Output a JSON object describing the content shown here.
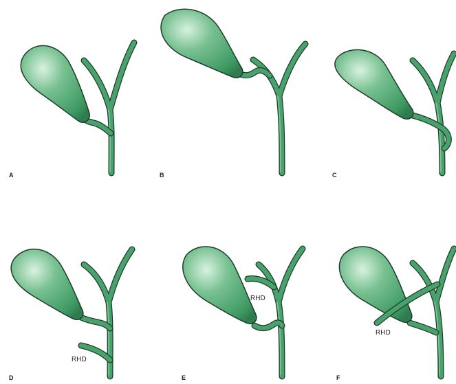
{
  "figure": {
    "panels": [
      {
        "letter": "A",
        "variant": "low-insertion-cystic-duct"
      },
      {
        "letter": "B",
        "variant": "cystic-duct-into-right-hepatic-junction"
      },
      {
        "letter": "C",
        "variant": "cystic-duct-spiral-posterior"
      },
      {
        "letter": "D",
        "variant": "low-accessory-right-hepatic-duct",
        "duct_label": "RHD"
      },
      {
        "letter": "E",
        "variant": "cystic-duct-into-right-hepatic-duct",
        "duct_label": "RHD"
      },
      {
        "letter": "F",
        "variant": "right-hepatic-duct-crossing-gallbladder",
        "duct_label": "RHD"
      }
    ]
  },
  "colors": {
    "duct": "#49a26c",
    "gallbladder": "#3e9a62",
    "outline": "#1d3b2b",
    "background": "#ffffff"
  }
}
